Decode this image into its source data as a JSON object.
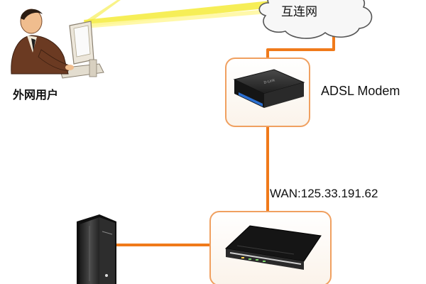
{
  "diagram": {
    "title": "",
    "nodes": {
      "external_user": {
        "label": "外网用户"
      },
      "internet": {
        "label": "互连网"
      },
      "adsl_modem": {
        "label": "ADSL Modem"
      },
      "router": {
        "label": ""
      },
      "server": {
        "label": ""
      }
    },
    "annotations": {
      "wan_address": "WAN:125.33.191.62"
    },
    "connections": [
      {
        "from": "external_user",
        "to": "internet",
        "kind": "wireless-beam"
      },
      {
        "from": "internet",
        "to": "adsl_modem",
        "kind": "cable"
      },
      {
        "from": "adsl_modem",
        "to": "router",
        "kind": "cable"
      },
      {
        "from": "router",
        "to": "server",
        "kind": "cable"
      }
    ]
  },
  "colors": {
    "cable": "#f07a1a",
    "frame_border": "#f0a060",
    "beam": "#f2e200",
    "cloud_fill": "#f7f7f7",
    "cloud_stroke": "#5a5a5a",
    "device_dark": "#1d1d1d"
  }
}
